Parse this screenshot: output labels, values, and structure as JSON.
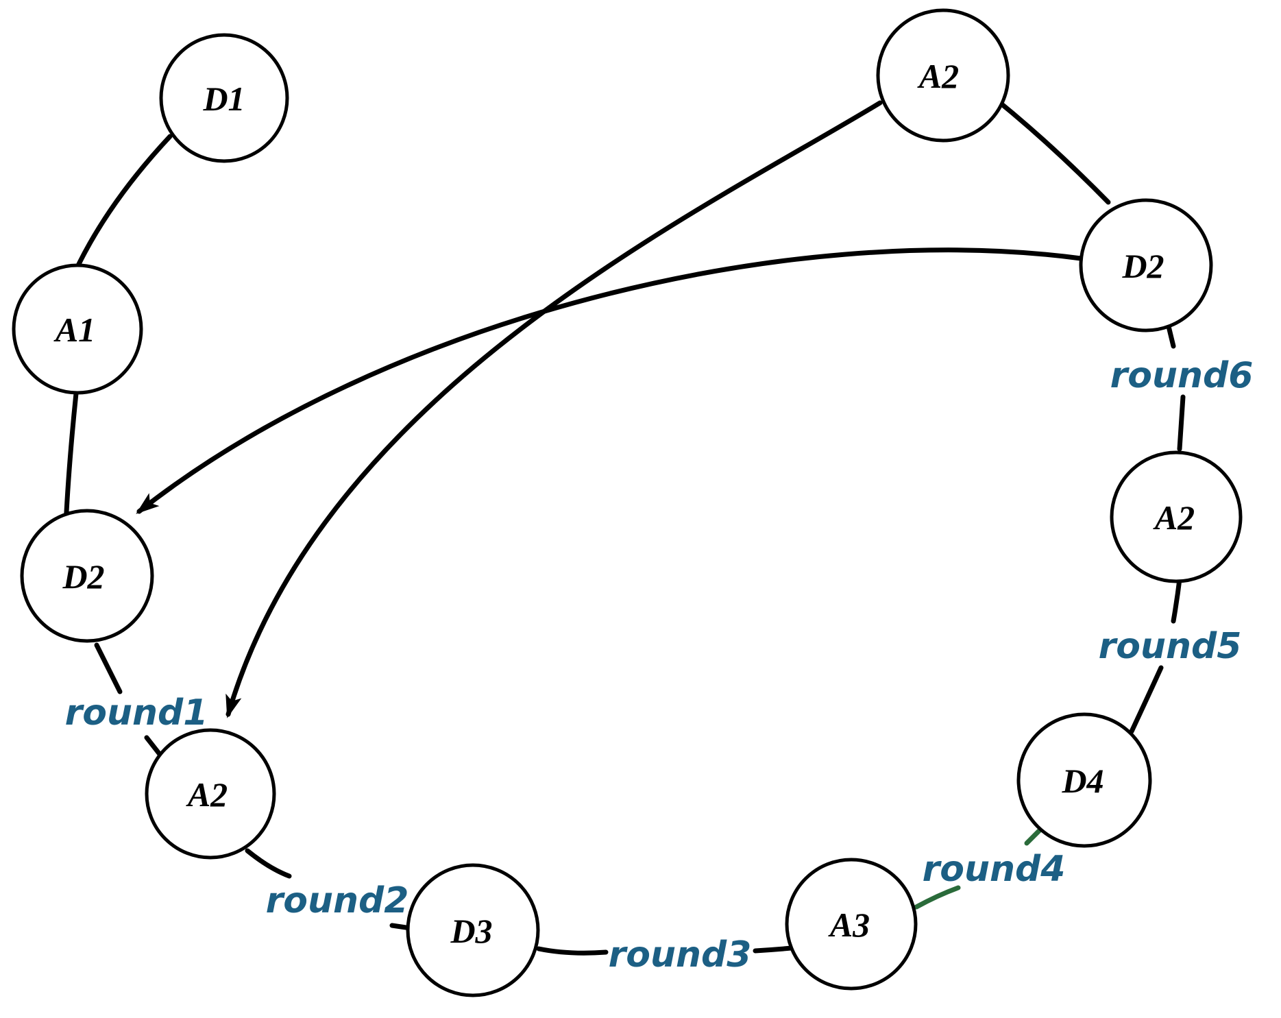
{
  "diagram": {
    "background_color": "#ffffff",
    "node_stroke_color": "#000000",
    "round_label_color": "#1c5f84",
    "highlight_arrow_color": "#2a6b3a",
    "nodes": [
      {
        "id": "d1",
        "label": "D1"
      },
      {
        "id": "a1",
        "label": "A1"
      },
      {
        "id": "d2-left",
        "label": "D2"
      },
      {
        "id": "a2-lower",
        "label": "A2"
      },
      {
        "id": "d3",
        "label": "D3"
      },
      {
        "id": "a3",
        "label": "A3"
      },
      {
        "id": "d4",
        "label": "D4"
      },
      {
        "id": "a2-right",
        "label": "A2"
      },
      {
        "id": "d2-upper",
        "label": "D2"
      },
      {
        "id": "a2-top",
        "label": "A2"
      }
    ],
    "edges": [
      {
        "from": "D1",
        "to": "A1",
        "label": ""
      },
      {
        "from": "A1",
        "to": "D2 (left)",
        "label": ""
      },
      {
        "from": "D2 (left)",
        "to": "A2 (lower)",
        "label": "round1"
      },
      {
        "from": "A2 (lower)",
        "to": "D3",
        "label": "round2"
      },
      {
        "from": "D3",
        "to": "A3",
        "label": "round3"
      },
      {
        "from": "A3",
        "to": "D4",
        "label": "round4",
        "color": "#2a6b3a"
      },
      {
        "from": "D4",
        "to": "A2 (right)",
        "label": "round5"
      },
      {
        "from": "A2 (right)",
        "to": "D2 (upper)",
        "label": "round6"
      },
      {
        "from": "D2 (upper)",
        "to": "A2 (top)",
        "label": ""
      },
      {
        "from": "A2 (top)",
        "to": "A2 (lower)",
        "label": ""
      },
      {
        "from": "D2 (upper)",
        "to": "D2 (left)",
        "label": ""
      }
    ]
  }
}
